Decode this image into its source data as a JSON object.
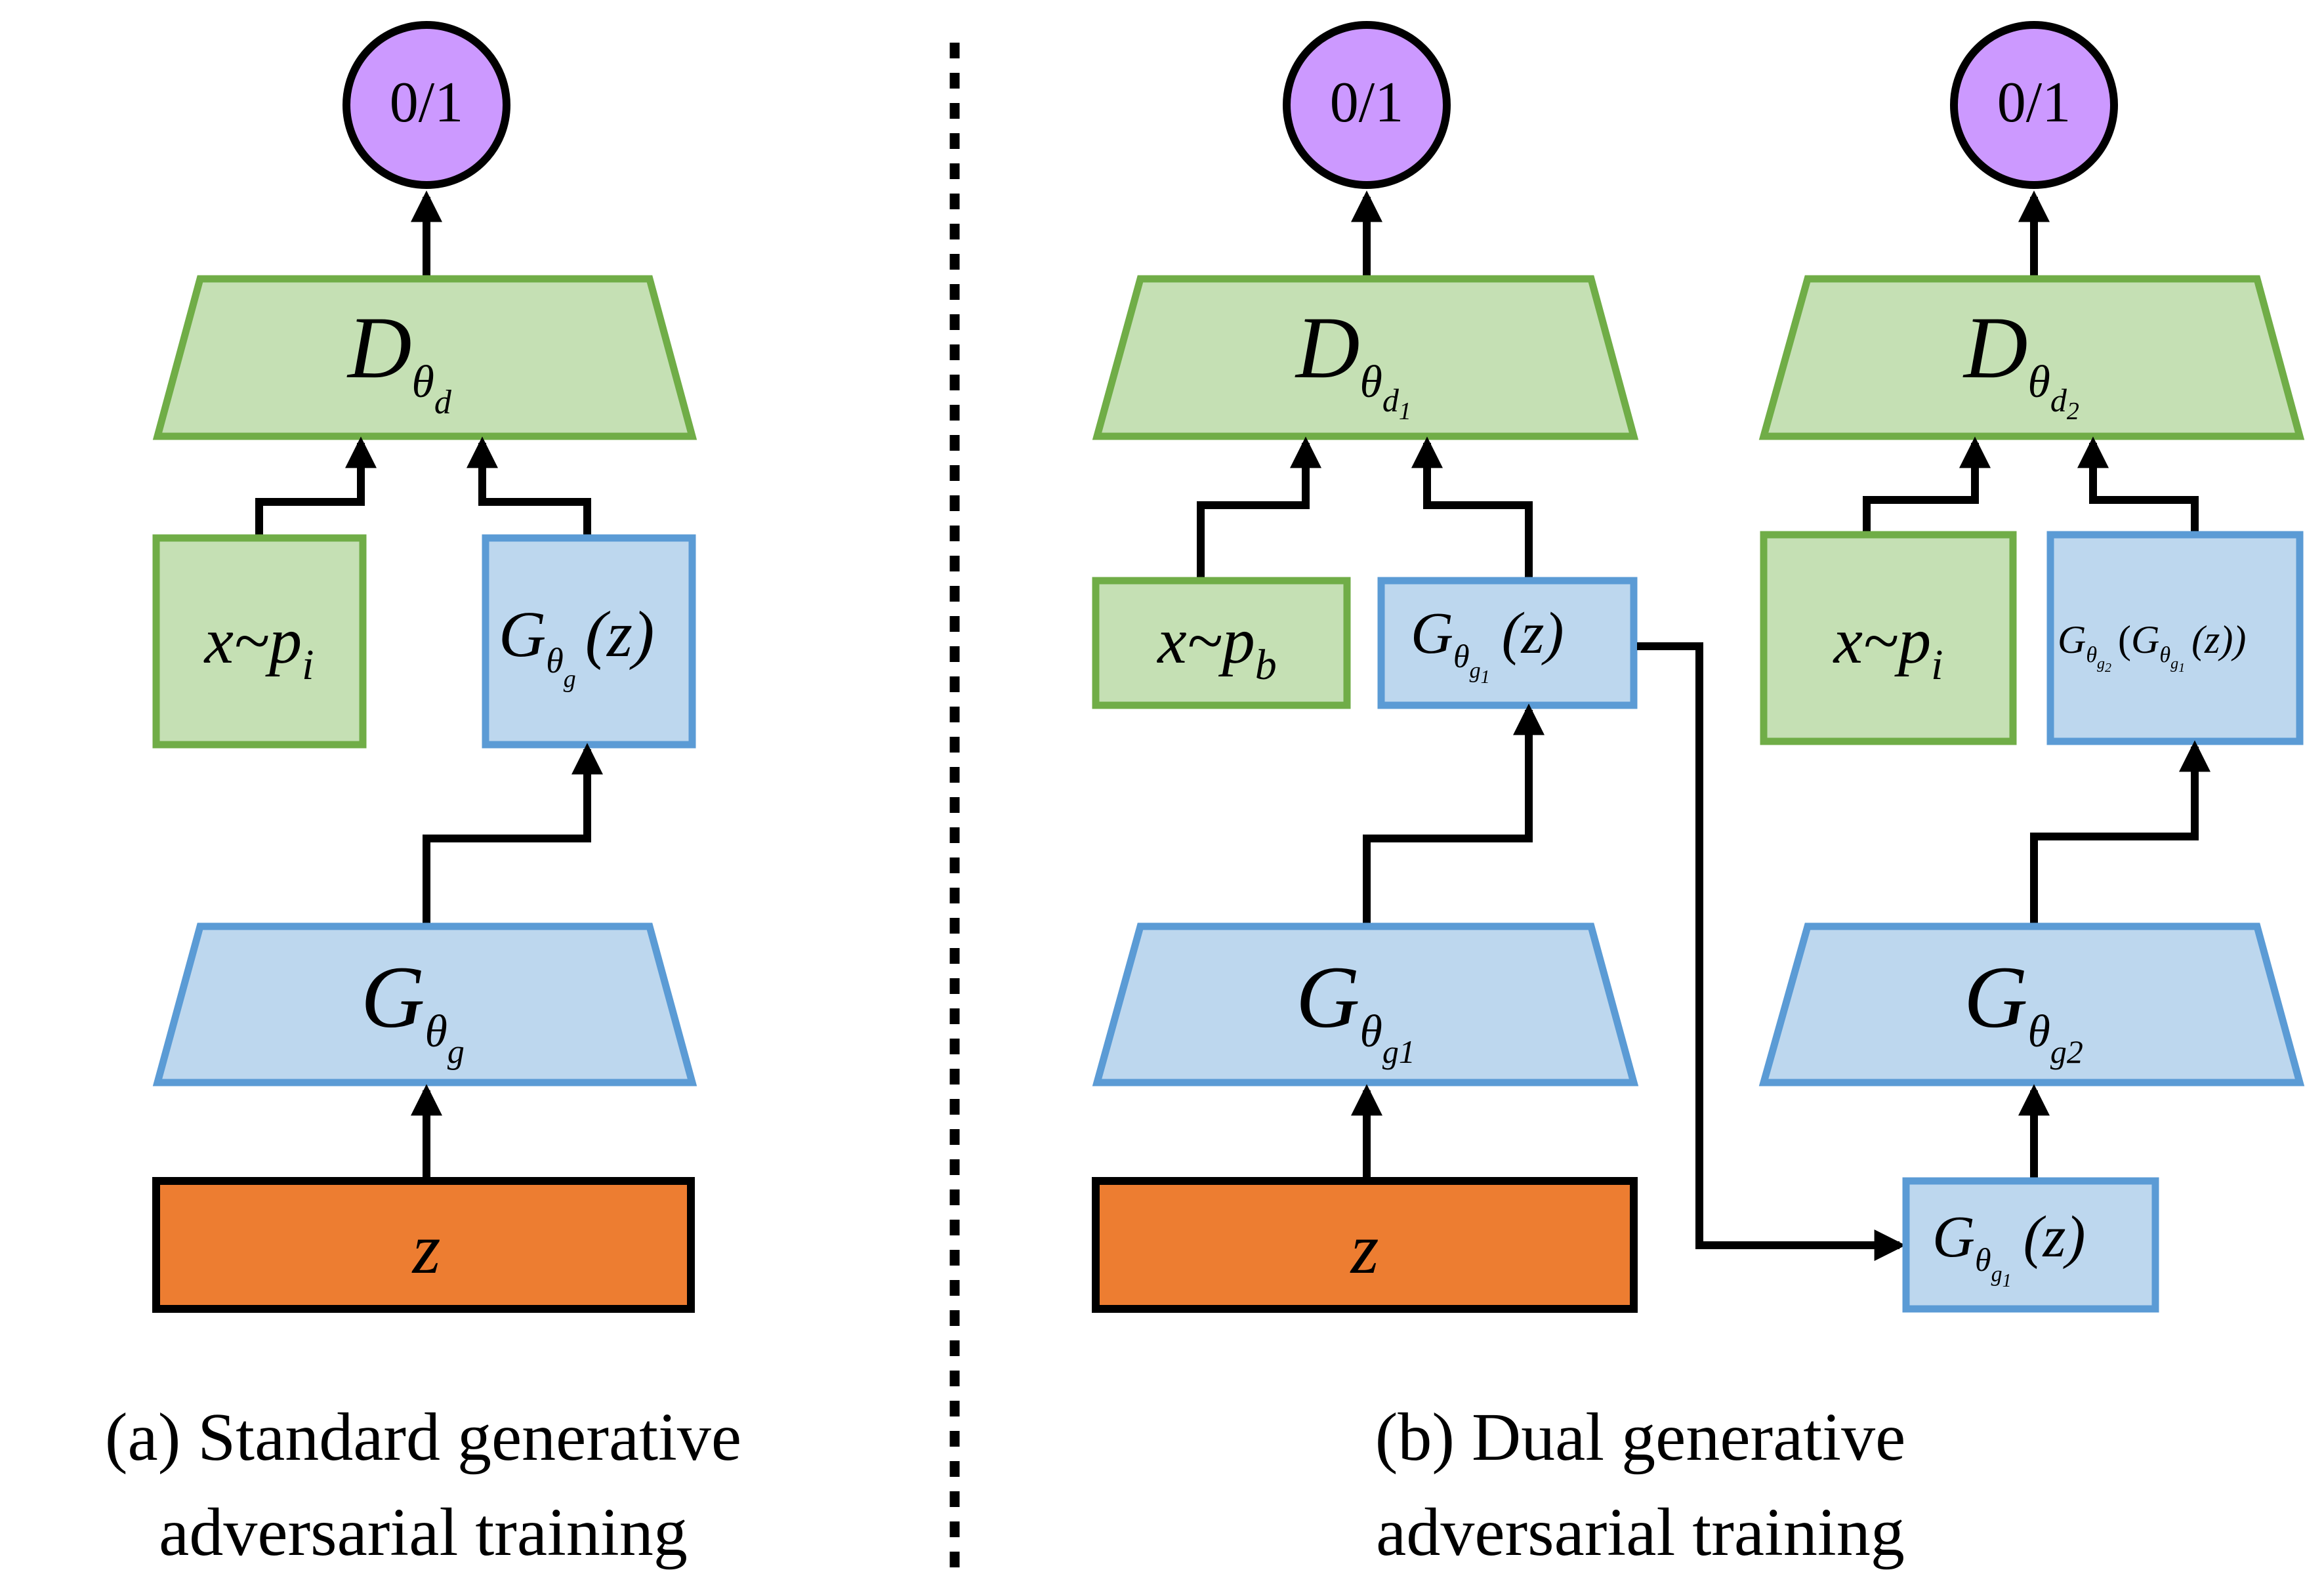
{
  "colors": {
    "output_fill": "#cc99ff",
    "discriminator_fill": "#c5e0b4",
    "discriminator_stroke": "#70ad47",
    "generator_fill": "#bdd7ee",
    "generator_stroke": "#5b9bd5",
    "noise_fill": "#ed7d31",
    "line": "#000000"
  },
  "panel_a": {
    "output": "0/1",
    "discriminator": {
      "main": "D",
      "sub": "θ",
      "subsub": "d"
    },
    "real_sample": {
      "main": "x~p",
      "sub": "i"
    },
    "fake_sample": {
      "main": "G",
      "sub": "θ",
      "subsub": "g",
      "arg": "(z)"
    },
    "generator": {
      "main": "G",
      "sub": "θ",
      "subsub": "g"
    },
    "noise": "z",
    "caption_line1": "(a) Standard generative",
    "caption_line2": "adversarial training"
  },
  "panel_b": {
    "stage1": {
      "output": "0/1",
      "discriminator": {
        "main": "D",
        "sub": "θ",
        "subsub": "d",
        "index": "1"
      },
      "real_sample": {
        "main": "x~p",
        "sub": "b"
      },
      "fake_sample": {
        "main": "G",
        "sub": "θ",
        "subsub": "g",
        "index": "1",
        "arg": "(z)"
      },
      "generator": {
        "main": "G",
        "sub": "θ",
        "subsub": "g1"
      },
      "noise": "z"
    },
    "stage2": {
      "output": "0/1",
      "discriminator": {
        "main": "D",
        "sub": "θ",
        "subsub": "d",
        "index": "2"
      },
      "real_sample": {
        "main": "x~p",
        "sub": "i"
      },
      "fake_sample": {
        "outer": "G",
        "outer_sub": "θ",
        "outer_subsub": "g",
        "outer_index": "2",
        "open": "(",
        "inner": "G",
        "inner_sub": "θ",
        "inner_subsub": "g",
        "inner_index": "1",
        "arg": "(z))"
      },
      "generator": {
        "main": "G",
        "sub": "θ",
        "subsub": "g2"
      },
      "input": {
        "main": "G",
        "sub": "θ",
        "subsub": "g",
        "index": "1",
        "arg": "(z)"
      }
    },
    "caption_line1": "(b) Dual generative",
    "caption_line2": "adversarial training"
  }
}
